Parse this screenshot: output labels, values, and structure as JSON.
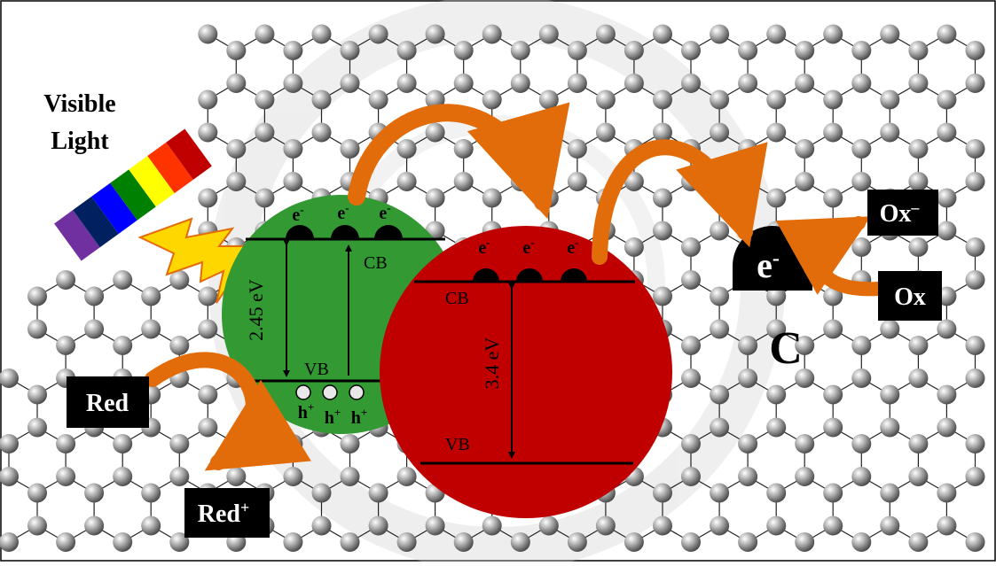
{
  "light": {
    "label_line1": "Visible",
    "label_line2": "Light",
    "spectrum_colors": [
      "#c00000",
      "#ff3300",
      "#ffff00",
      "#008000",
      "#0000ff",
      "#002060",
      "#7030a0"
    ],
    "bolt_color": "#ffd700",
    "bolt_icon": "lightning-bolt-icon"
  },
  "green_semiconductor": {
    "color": "#339933",
    "band_gap": "2.45 eV",
    "cb_label": "CB",
    "vb_label": "VB",
    "electron_label": "e",
    "electron_sup": "-",
    "hole_label": "h",
    "hole_sup": "+"
  },
  "red_semiconductor": {
    "color": "#c00000",
    "band_gap": "3.4 eV",
    "cb_label": "CB",
    "vb_label": "VB",
    "electron_label": "e",
    "electron_sup": "-"
  },
  "carbon": {
    "label": "C",
    "electron_label": "e",
    "electron_sup": "-",
    "lattice_icon": "graphene-hexagon-lattice",
    "atom_color": "#888888"
  },
  "reactions": {
    "red_label": "Red",
    "red_plus_label": "Red",
    "red_plus_sup": "+",
    "ox_label": "Ox",
    "ox_minus_label": "Ox",
    "ox_minus_sup": "–"
  },
  "colors": {
    "arrow": "#e36c0a",
    "label_box": "#000000",
    "label_text": "#ffffff",
    "watermark": "#d9d9d9"
  }
}
